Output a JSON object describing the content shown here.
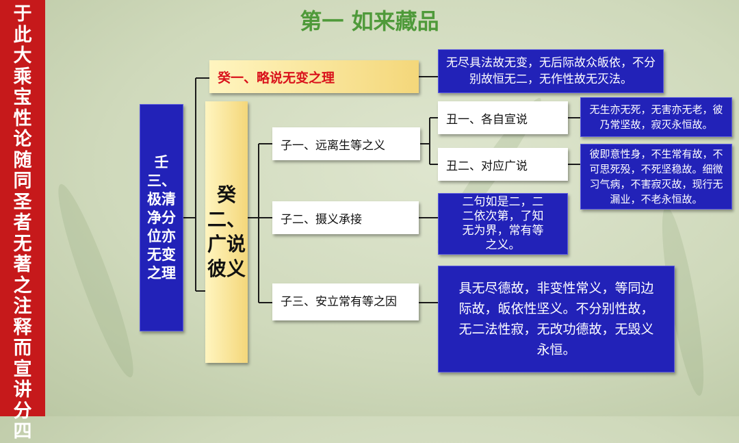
{
  "sidebar": {
    "text": "于此大乘宝性论随同圣者无著之注释而宣讲分四"
  },
  "title": "第一  如来藏品",
  "nodes": {
    "root": "壬三、极清净分位亦无变之理",
    "gui1": "癸一、略说无变之理",
    "gui1_desc": "无尽具法故无变，无后际故众皈依，不分别故恒无二，无作性故无灭法。",
    "gui2": "癸二、广说彼义",
    "zi1": "子一、远离生等之义",
    "chou1": "丑一、各自宣说",
    "chou1_desc": "无生亦无死，无害亦无老，彼乃常坚故，寂灭永恒故。",
    "chou2": "丑二、对应广说",
    "chou2_desc": "彼即意性身，不生常有故，不可思死殁，不死坚稳故。细微习气病，不害寂灭故，现行无漏业，不老永恒故。",
    "zi2": "子二、摄义承接",
    "zi2_desc": "二句如是二，二二依次第，了知无为界，常有等之义。",
    "zi3": "子三、安立常有等之因",
    "zi3_desc": "具无尽德故，非变性常义，等同边际故，皈依性坚义。不分别性故，无二法性寂，无改功德故，无毁义永恒。"
  },
  "colors": {
    "sidebar": "#c6191b",
    "blue_box": "#2222b8",
    "title": "#4f9a3a",
    "gui1_text": "#d9121b"
  }
}
